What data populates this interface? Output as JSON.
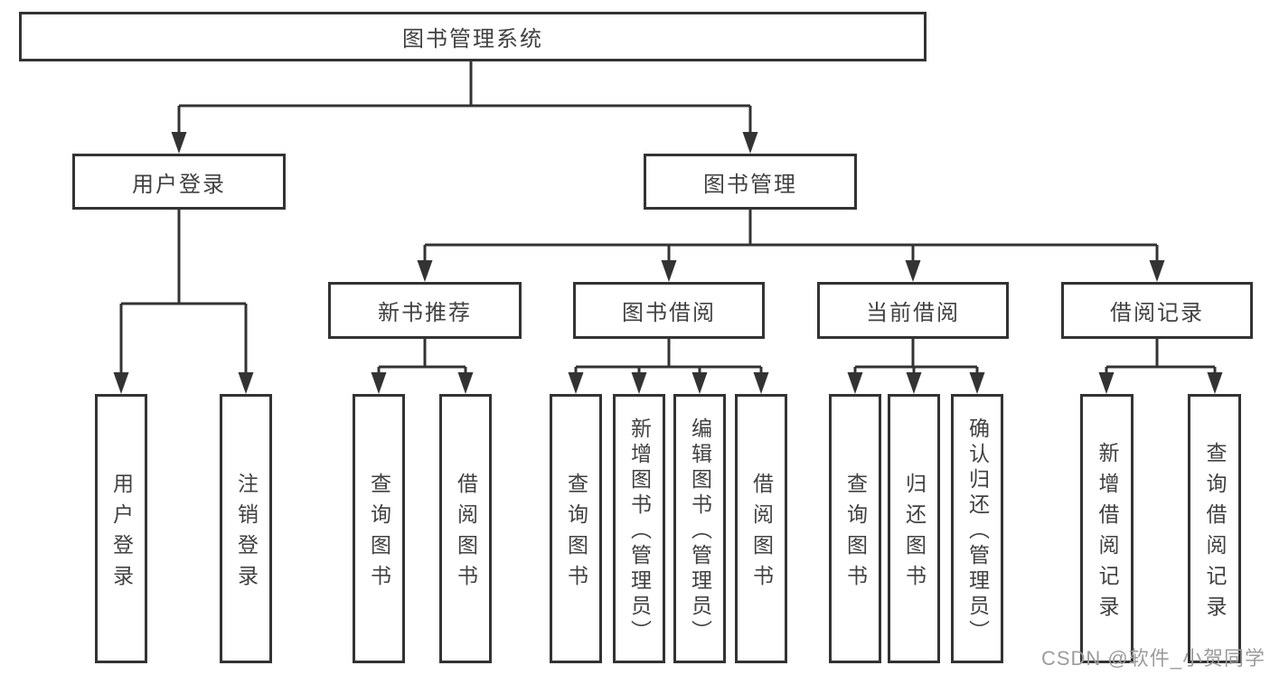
{
  "diagram": {
    "root": {
      "label": "图书管理系统"
    },
    "branches": [
      {
        "label": "用户登录",
        "children": [
          {
            "label": "用户登录"
          },
          {
            "label": "注销登录"
          }
        ]
      },
      {
        "label": "图书管理",
        "children": [
          {
            "label": "新书推荐",
            "children": [
              {
                "label": "查询图书"
              },
              {
                "label": "借阅图书"
              }
            ]
          },
          {
            "label": "图书借阅",
            "children": [
              {
                "label": "查询图书"
              },
              {
                "label": "新增图书（管理员）"
              },
              {
                "label": "编辑图书（管理员）"
              },
              {
                "label": "借阅图书"
              }
            ]
          },
          {
            "label": "当前借阅",
            "children": [
              {
                "label": "查询图书"
              },
              {
                "label": "归还图书"
              },
              {
                "label": "确认归还（管理员）"
              }
            ]
          },
          {
            "label": "借阅记录",
            "children": [
              {
                "label": "新增借阅记录"
              },
              {
                "label": "查询借阅记录"
              }
            ]
          }
        ]
      }
    ]
  },
  "colors": {
    "line": "#333333",
    "text": "#414141",
    "watermark": "#9c9c9c",
    "background": "#ffffff"
  },
  "watermark": {
    "text": "CSDN @软件_小贺同学"
  }
}
